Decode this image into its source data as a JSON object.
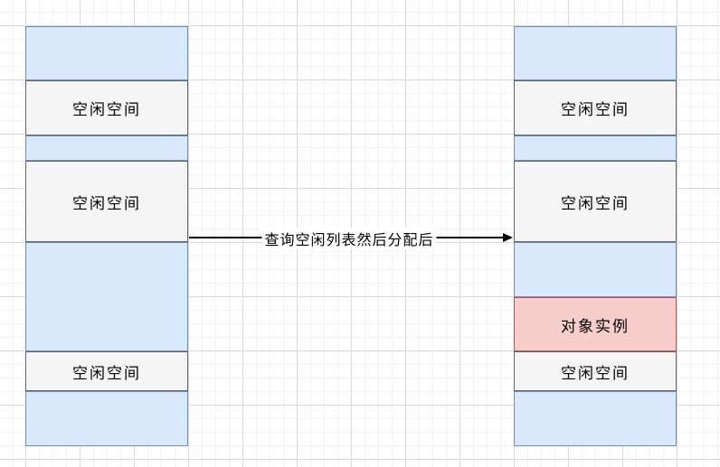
{
  "diagram": {
    "arrow": {
      "label": "查询空闲列表然后分配后",
      "color": "#000000",
      "direction": "left-to-right"
    },
    "colors": {
      "used_block_fill": "#dae8fc",
      "used_block_border": "#6c8ebf",
      "free_space_fill": "#f5f5f5",
      "free_space_border": "#666666",
      "object_instance_fill": "#f8cecc",
      "object_instance_border": "#b85450",
      "grid_major": "#d9d9d9",
      "grid_minor": "#f3f3f3",
      "text": "#000000"
    },
    "stacks": {
      "before": {
        "segments": [
          {
            "type": "used-block",
            "label": ""
          },
          {
            "type": "free-space",
            "label": "空闲空间"
          },
          {
            "type": "used-block",
            "label": ""
          },
          {
            "type": "free-space",
            "label": "空闲空间"
          },
          {
            "type": "used-block",
            "label": ""
          },
          {
            "type": "free-space",
            "label": "空闲空间"
          },
          {
            "type": "used-block",
            "label": ""
          }
        ]
      },
      "after": {
        "segments": [
          {
            "type": "used-block",
            "label": ""
          },
          {
            "type": "free-space",
            "label": "空闲空间"
          },
          {
            "type": "used-block",
            "label": ""
          },
          {
            "type": "free-space",
            "label": "空闲空间"
          },
          {
            "type": "used-block",
            "label": ""
          },
          {
            "type": "object-instance",
            "label": "对象实例"
          },
          {
            "type": "free-space",
            "label": "空闲空间"
          },
          {
            "type": "used-block",
            "label": ""
          }
        ]
      }
    }
  }
}
